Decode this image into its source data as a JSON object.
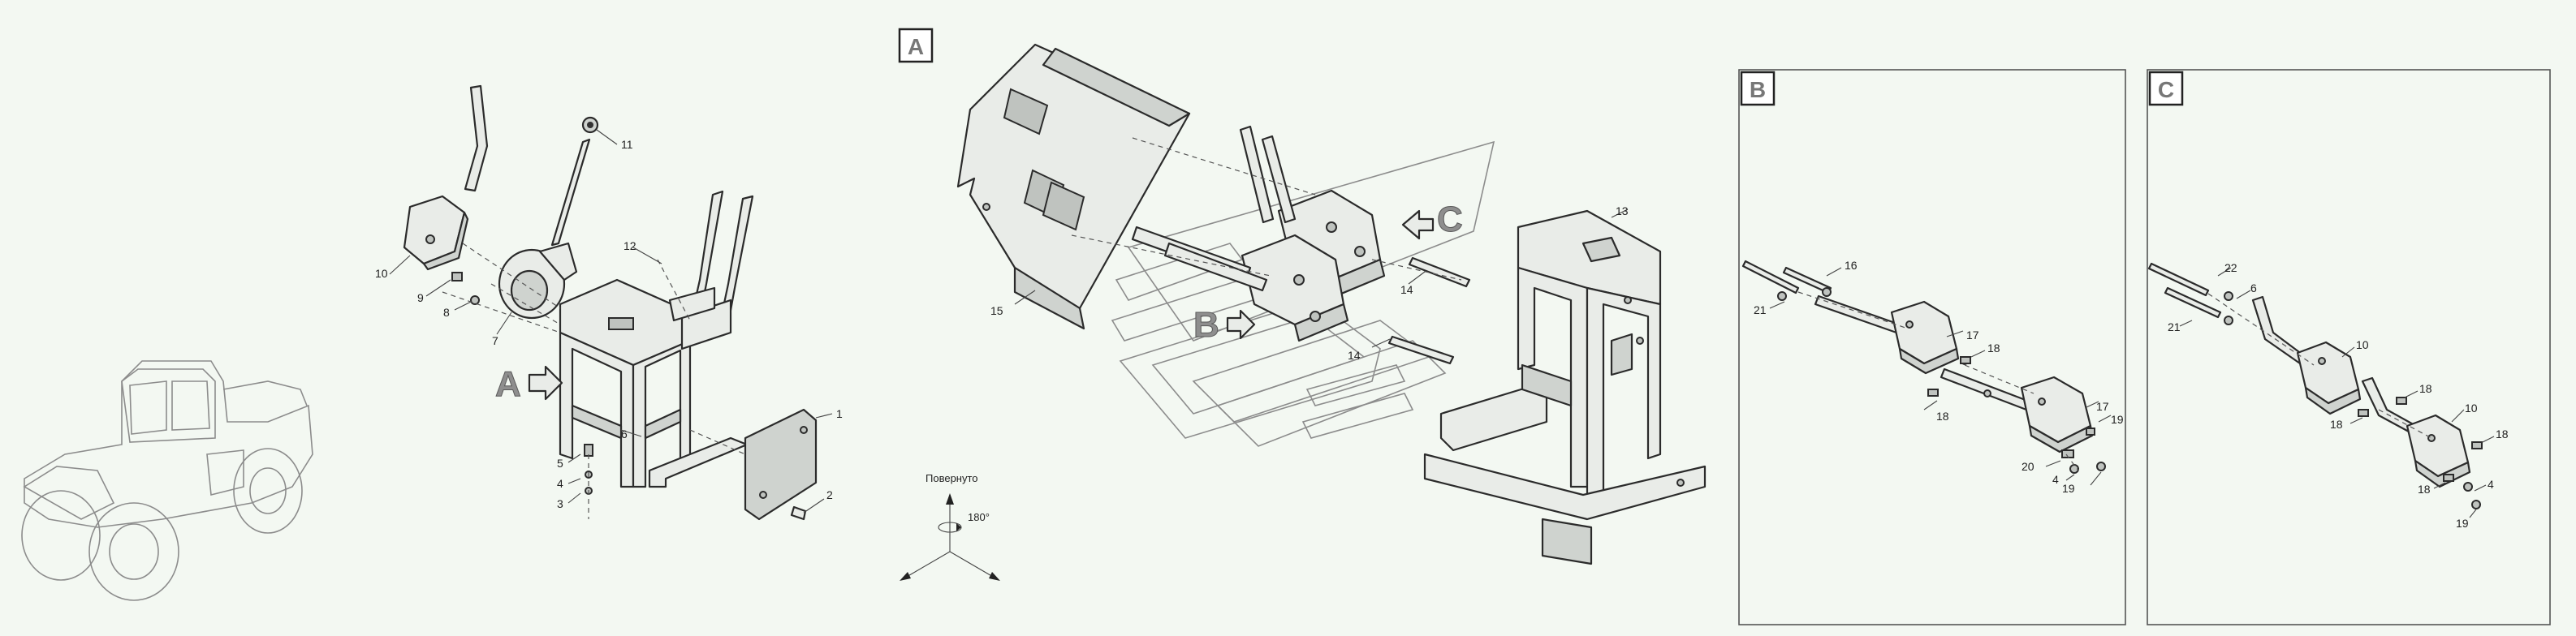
{
  "view_tags": {
    "a": "A",
    "b": "B",
    "c": "C"
  },
  "pointer_letters": {
    "a": "A",
    "b": "B",
    "c": "C"
  },
  "rotation_note": {
    "text": "Повернуто",
    "angle": "180°"
  },
  "callouts": {
    "main": [
      "1",
      "2",
      "3",
      "4",
      "5",
      "6",
      "7",
      "8",
      "9",
      "10",
      "11",
      "12"
    ],
    "view_a": [
      "13",
      "14",
      "14",
      "15"
    ],
    "view_b": [
      "16",
      "17",
      "17",
      "18",
      "18",
      "19",
      "19",
      "20",
      "4",
      "21"
    ],
    "view_c": [
      "22",
      "6",
      "21",
      "10",
      "10",
      "18",
      "18",
      "18",
      "18",
      "4",
      "19"
    ]
  }
}
